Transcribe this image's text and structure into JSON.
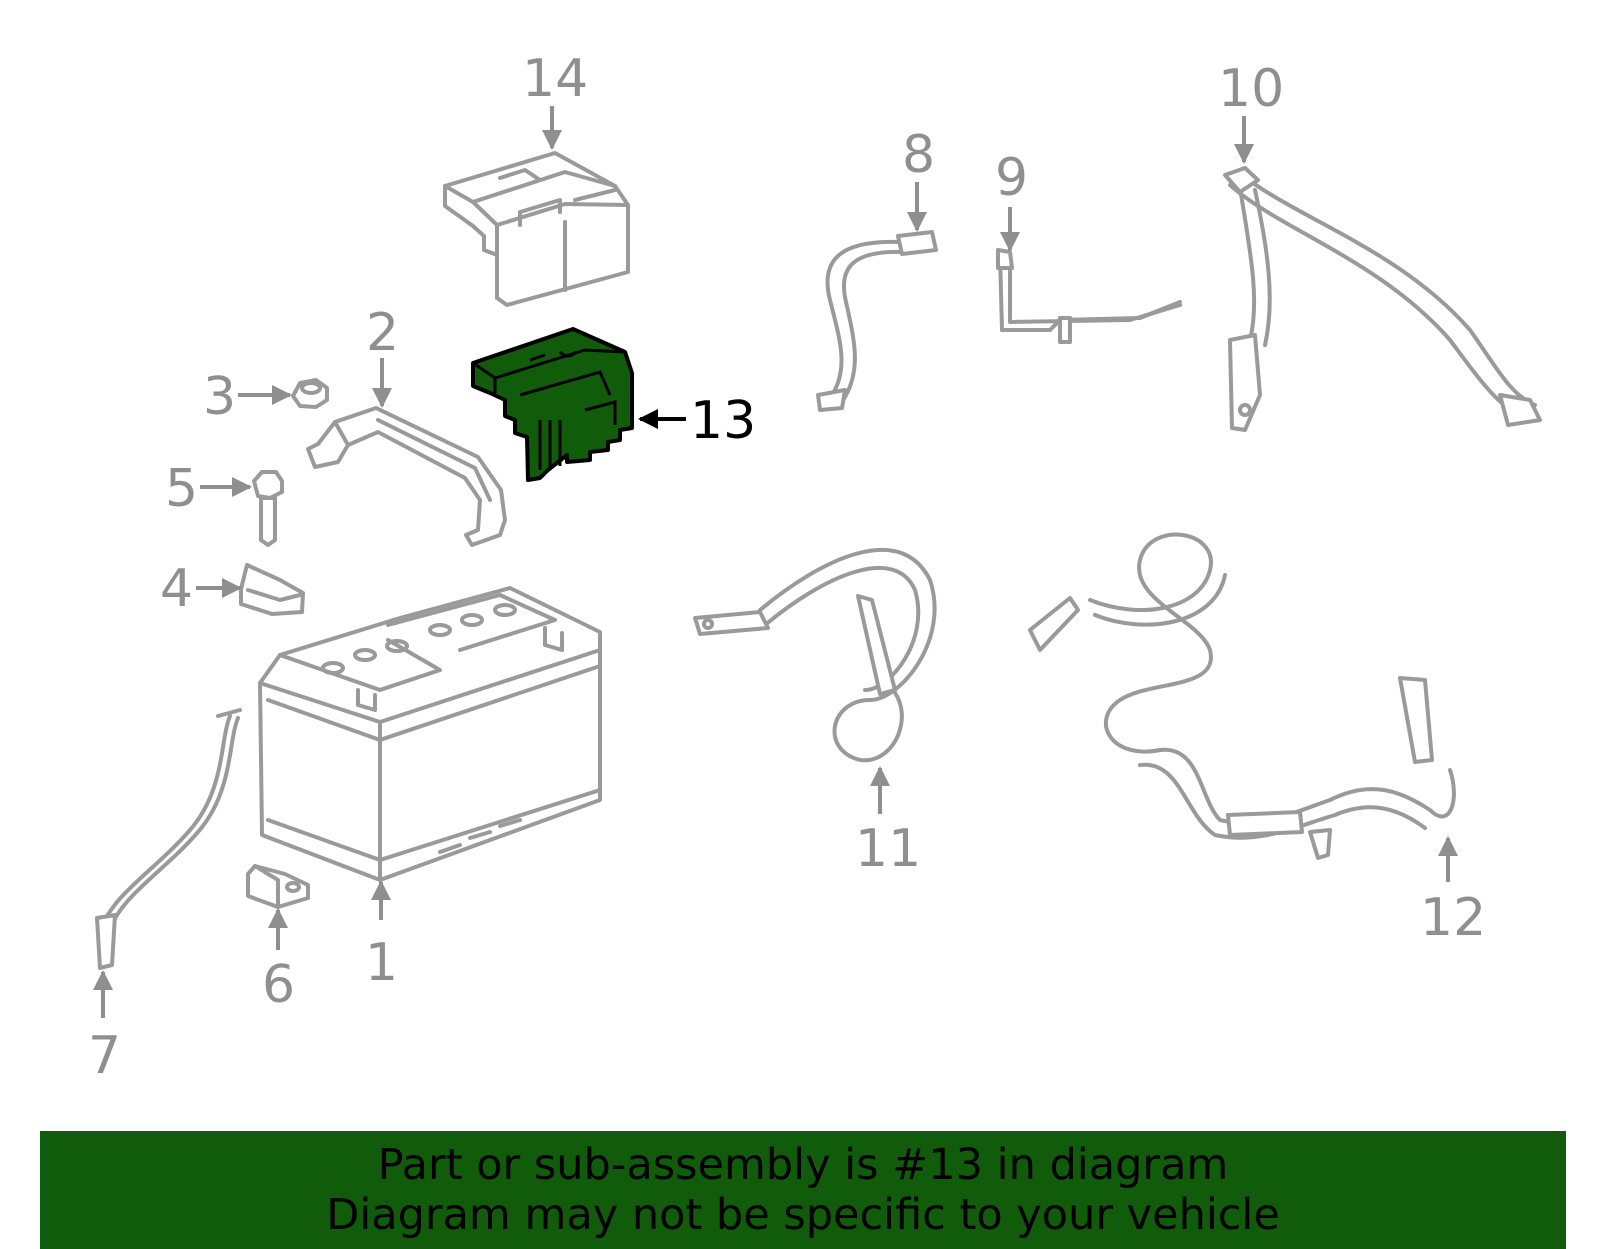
{
  "callouts": [
    {
      "id": "1",
      "label": "1"
    },
    {
      "id": "2",
      "label": "2"
    },
    {
      "id": "3",
      "label": "3"
    },
    {
      "id": "4",
      "label": "4"
    },
    {
      "id": "5",
      "label": "5"
    },
    {
      "id": "6",
      "label": "6"
    },
    {
      "id": "7",
      "label": "7"
    },
    {
      "id": "8",
      "label": "8"
    },
    {
      "id": "9",
      "label": "9"
    },
    {
      "id": "10",
      "label": "10"
    },
    {
      "id": "11",
      "label": "11"
    },
    {
      "id": "12",
      "label": "12"
    },
    {
      "id": "13",
      "label": "13"
    },
    {
      "id": "14",
      "label": "14"
    }
  ],
  "highlighted_part": "13",
  "colors": {
    "highlight": "#115c0a",
    "parts": "#9a9a9a",
    "labels": "#8f8f8f",
    "banner": "#115c0a"
  },
  "banner": {
    "line1": "Part or sub-assembly is #13 in diagram",
    "line2": "Diagram may not be specific to your vehicle"
  }
}
